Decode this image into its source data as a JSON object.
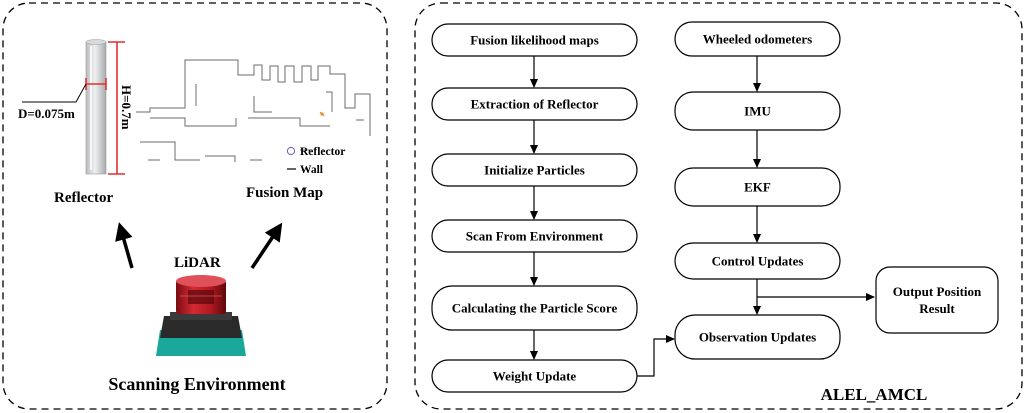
{
  "left_panel": {
    "reflector": {
      "label": "Reflector",
      "diameter_label": "D=0.075m",
      "height_label": "H=0.7m"
    },
    "fusion_map": {
      "label": "Fusion Map",
      "legend": [
        {
          "symbol": "circle",
          "text": "Reflector"
        },
        {
          "symbol": "dash",
          "text": "Wall"
        }
      ]
    },
    "lidar": {
      "label": "LiDAR",
      "caption": "Scanning Environment"
    }
  },
  "right_panel": {
    "title": "ALEL_AMCL",
    "left_column": [
      "Fusion likelihood maps",
      "Extraction of Reflector",
      "Initialize Particles",
      "Scan From Environment",
      "Calculating the Particle Score",
      "Weight Update"
    ],
    "right_column": [
      "Wheeled odometers",
      "IMU",
      "EKF",
      "Control Updates",
      "Observation Updates"
    ],
    "output": [
      "Output Position",
      "Result"
    ]
  },
  "colors": {
    "stroke": "#000000",
    "reflector_red": "#e03030",
    "lidar_red": "#c8202a",
    "lidar_base": "#2a2a2a",
    "lidar_teal": "#1aa89a"
  }
}
